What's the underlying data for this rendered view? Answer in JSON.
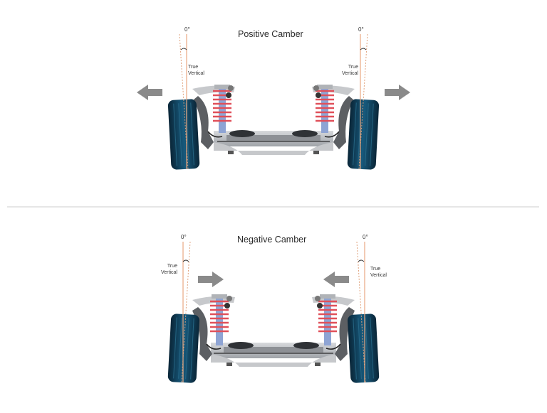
{
  "diagrams": [
    {
      "title": "Positive Camber",
      "left_marker": {
        "angle_label": "0°",
        "reference_label_line1": "True",
        "reference_label_line2": "Vertical"
      },
      "right_marker": {
        "angle_label": "0°",
        "reference_label_line1": "True",
        "reference_label_line2": "Vertical"
      },
      "arrow_direction": "outward"
    },
    {
      "title": "Negative Camber",
      "left_marker": {
        "angle_label": "0°",
        "reference_label_line1": "True",
        "reference_label_line2": "Vertical"
      },
      "right_marker": {
        "angle_label": "0°",
        "reference_label_line1": "True",
        "reference_label_line2": "Vertical"
      },
      "arrow_direction": "inward"
    }
  ],
  "colors": {
    "true_vertical_line": "#e8a882",
    "tilted_line": "#e0a27c",
    "tire": "#0f3a55",
    "tire_tread": "#2a6d8c",
    "coil_spring": "#e0505a",
    "shock": "#8ea4d4",
    "frame": "#b9bcc0",
    "arrow": "#8a8a8a",
    "divider": "#e6e6e6"
  }
}
